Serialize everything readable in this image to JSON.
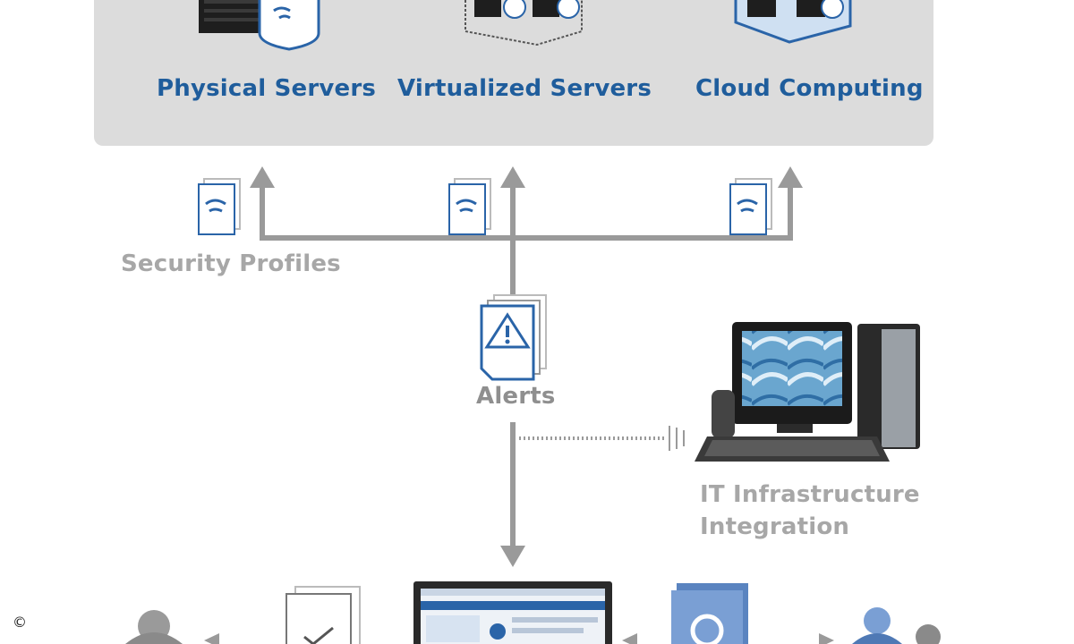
{
  "environments": {
    "physical_label": "Physical Servers",
    "virtualized_label": "Virtualized Servers",
    "cloud_label": "Cloud Computing"
  },
  "security_profiles_label": "Security Profiles",
  "alerts_label": "Alerts",
  "it_integration_label_line1": "IT Infrastructure",
  "it_integration_label_line2": "Integration",
  "copyright_symbol": "©",
  "colors": {
    "panel": "#dcdcdc",
    "label_blue": "#1f5d9c",
    "label_grey": "#a7a7a7",
    "arrow_grey": "#9a9a9a",
    "icon_blue": "#2a64a8"
  }
}
